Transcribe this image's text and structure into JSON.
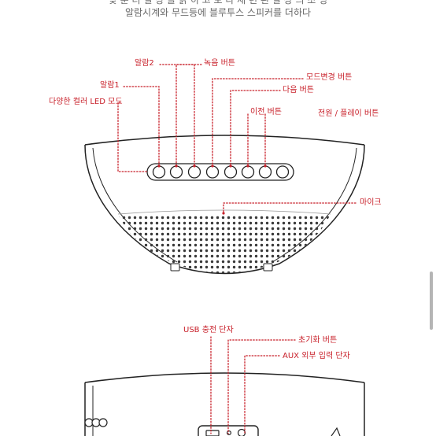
{
  "captions": {
    "line1": "낮 뿐 더 일 상 을 밝 히 고 보 다 세 련 된 일 상 의 조 명",
    "line2": "알람시계와 무드등에 블루투스 스피커를 더하다"
  },
  "colors": {
    "accent": "#c8202a",
    "line": "#222222",
    "caption": "#6a6a6a"
  },
  "top_view_labels": {
    "alarm2": "알람2",
    "record_button": "녹음 버튼",
    "mode_button": "모드변경 버튼",
    "alarm1": "알람1",
    "next_button": "다음 버튼",
    "color_led_mode": "다양한 컬러 LED 모드",
    "prev_button": "이전 버튼",
    "power_play_button": "전원 / 플레이 버튼",
    "mic": "마이크"
  },
  "bottom_view_labels": {
    "usb_port": "USB 충전 단자",
    "reset_button": "초기화 버튼",
    "aux_port": "AUX 외부 입력 단자"
  }
}
